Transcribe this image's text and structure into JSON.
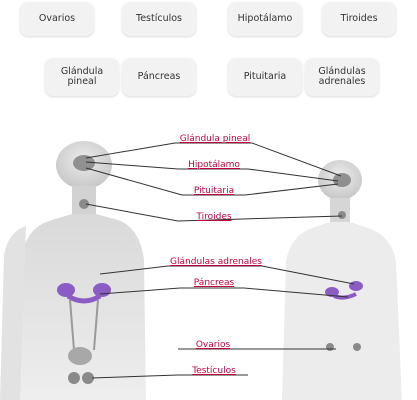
{
  "buttons": {
    "ovarios": "Ovarios",
    "testiculos": "Testículos",
    "hipotalamo": "Hipotálamo",
    "tiroides": "Tiroides",
    "glandula_pineal": "Glándula pineal",
    "pancreas": "Páncreas",
    "pituitaria": "Pituitaria",
    "glandulas_adrenales": "Glándulas adrenales"
  },
  "labels": {
    "glandula_pineal": "Glándula pineal",
    "hipotalamo": "Hipotálamo",
    "pituitaria": "Pituitaria",
    "tiroides": "Tiroides",
    "glandulas_adrenales": "Glándulas adrenales",
    "pancreas": "Páncreas",
    "ovarios": "Ovarios",
    "testiculos": "Testículos"
  },
  "colors": {
    "label_text": "#c2003c",
    "gland_purple": "#8a5cc4",
    "body_gray": "#c9c9c9"
  }
}
